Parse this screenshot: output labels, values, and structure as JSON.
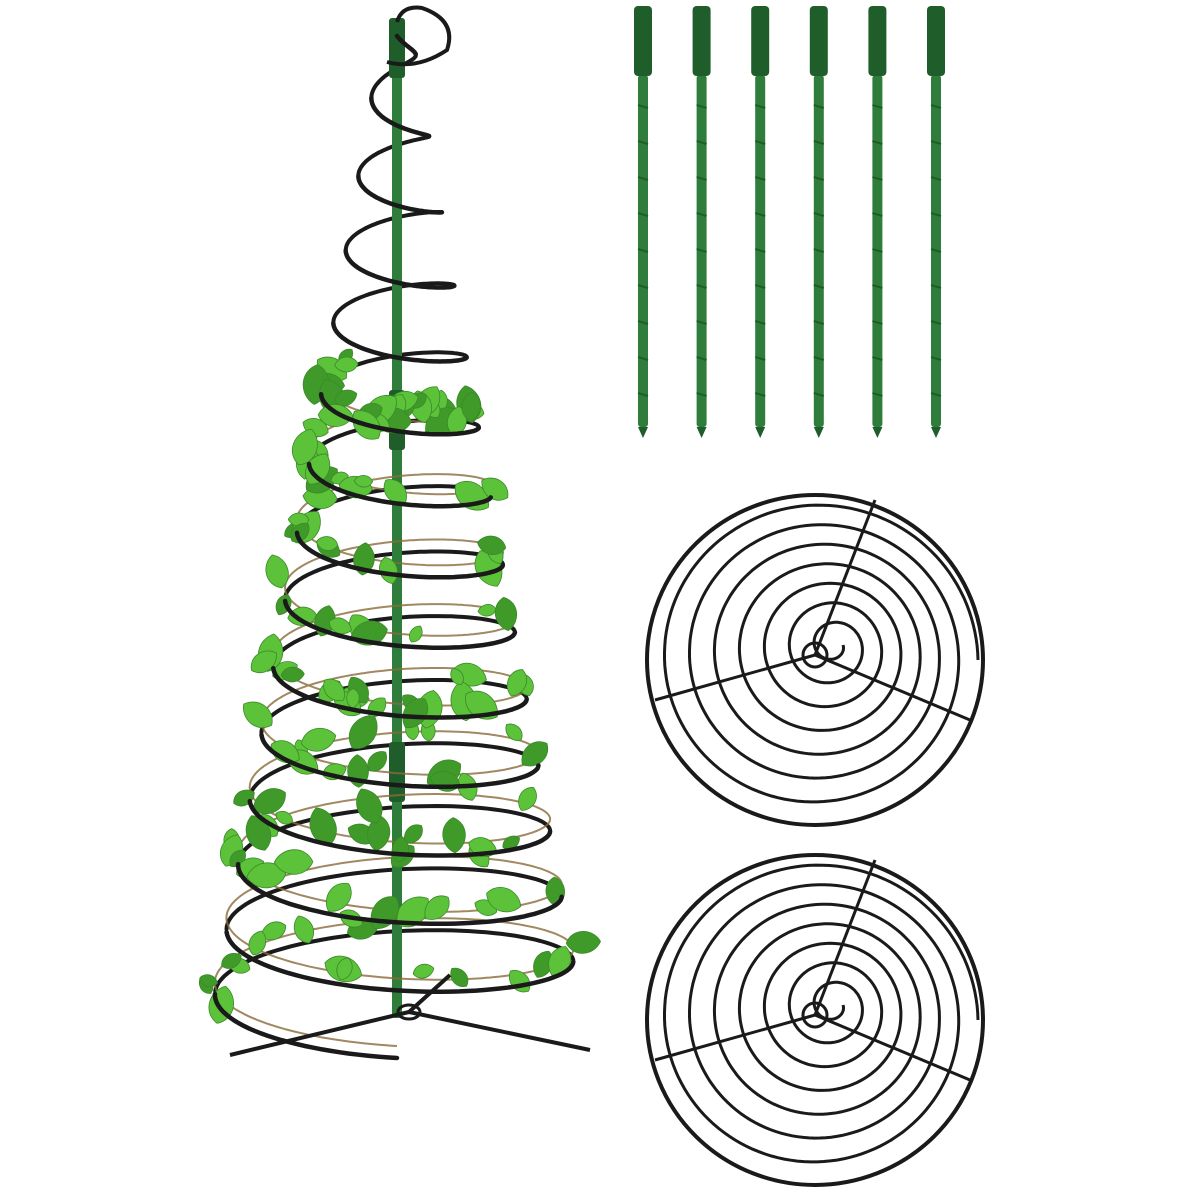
{
  "image": {
    "subject": "spiral-trellis-product-photo",
    "background_color": "#ffffff",
    "wire_color": "#1a1a1a",
    "stake_color": "#2f7d3a",
    "stake_dark_color": "#1f5e2a",
    "leaf_color": "#5cc23a",
    "leaf_dark_color": "#3f9a2a",
    "stem_color": "#8a6a3a"
  },
  "components": {
    "stakes_count": 6,
    "spiral_rings_count": 2,
    "assembled_spiral_turns": 14
  }
}
